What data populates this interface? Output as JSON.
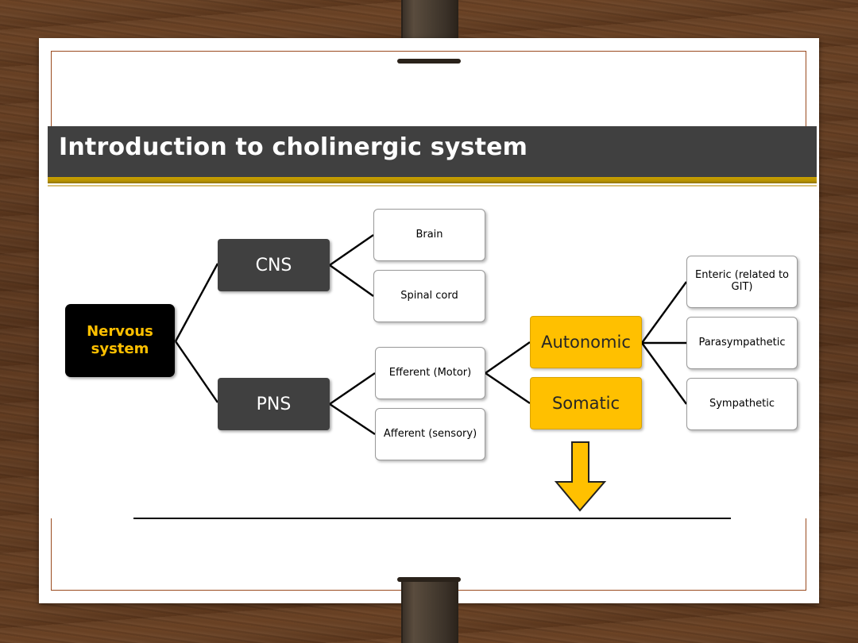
{
  "slide": {
    "title": "Introduction to cholinergic system"
  },
  "diagram": {
    "root": "Nervous system",
    "cns": "CNS",
    "pns": "PNS",
    "brain": "Brain",
    "spinal_cord": "Spinal cord",
    "efferent": "Efferent (Motor)",
    "afferent": "Afferent (sensory)",
    "autonomic": "Autonomic",
    "somatic": "Somatic",
    "enteric": "Enteric (related to GIT)",
    "parasympathetic": "Parasympathetic",
    "sympathetic": "Sympathetic"
  },
  "colors": {
    "title_bar": "#404040",
    "gold_accent": "#ffc000",
    "frame": "#9a4a1e"
  }
}
